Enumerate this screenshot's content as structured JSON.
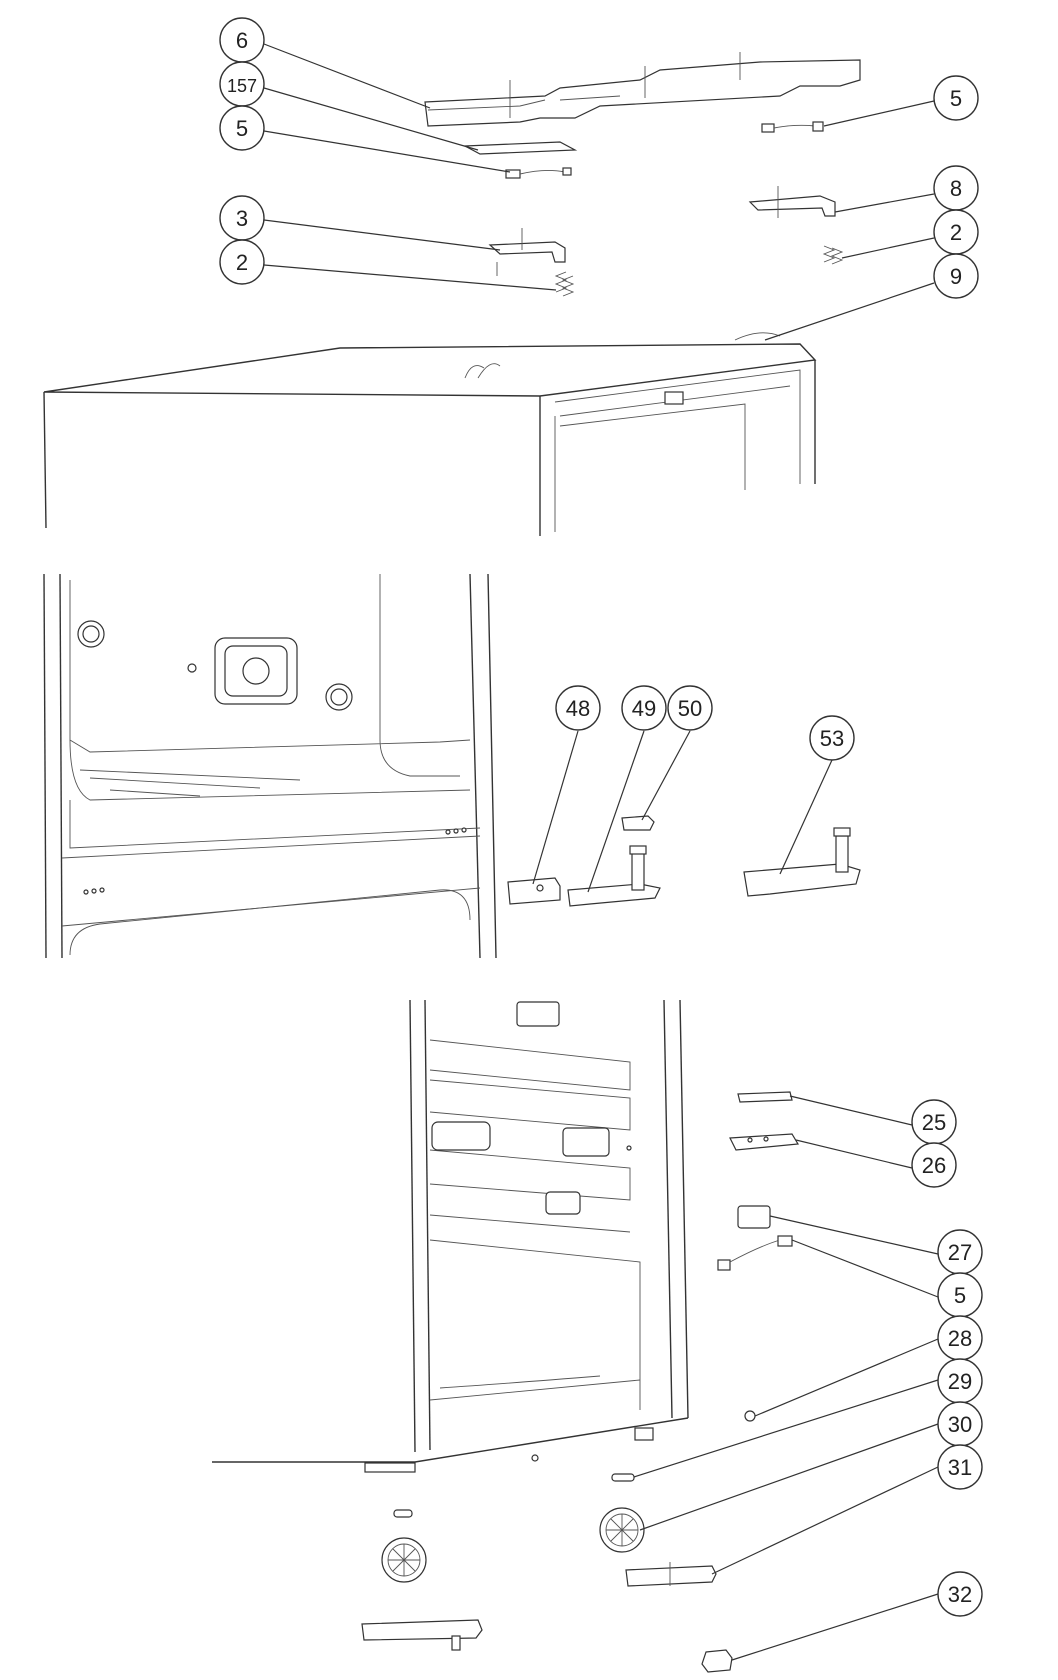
{
  "diagram": {
    "callouts": [
      {
        "id": "c6a",
        "label": "6"
      },
      {
        "id": "c157",
        "label": "157"
      },
      {
        "id": "c5a",
        "label": "5"
      },
      {
        "id": "c3",
        "label": "3"
      },
      {
        "id": "c2a",
        "label": "2"
      },
      {
        "id": "c5b",
        "label": "5"
      },
      {
        "id": "c8",
        "label": "8"
      },
      {
        "id": "c2b",
        "label": "2"
      },
      {
        "id": "c9",
        "label": "9"
      },
      {
        "id": "c48",
        "label": "48"
      },
      {
        "id": "c49",
        "label": "49"
      },
      {
        "id": "c50",
        "label": "50"
      },
      {
        "id": "c53",
        "label": "53"
      },
      {
        "id": "c25",
        "label": "25"
      },
      {
        "id": "c26",
        "label": "26"
      },
      {
        "id": "c27",
        "label": "27"
      },
      {
        "id": "c5c",
        "label": "5"
      },
      {
        "id": "c28",
        "label": "28"
      },
      {
        "id": "c29",
        "label": "29"
      },
      {
        "id": "c30",
        "label": "30"
      },
      {
        "id": "c31",
        "label": "31"
      },
      {
        "id": "c32",
        "label": "32"
      }
    ]
  }
}
